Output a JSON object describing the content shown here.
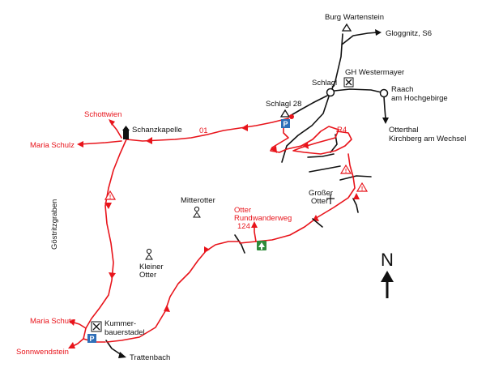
{
  "labels": {
    "burg_wartenstein": "Burg Wartenstein",
    "gloggnitz": "Gloggnitz, S6",
    "gh_westermayer": "GH Westermayer",
    "schlagl": "Schlagl",
    "raach_1": "Raach",
    "raach_2": "am Hochgebirge",
    "otterthal_1": "Otterthal",
    "otterthal_2": "Kirchberg am Wechsel",
    "schlagl28": "Schlagl 28",
    "schottwien": "Schottwien",
    "schanzkapelle": "Schanzkapelle",
    "maria_schulz_top": "Maria Schulz",
    "route_01": "01",
    "route_r4": "R4",
    "mitterotter": "Mitterotter",
    "grosser_otter_1": "Großer",
    "grosser_otter_2": "Otter",
    "rundwanderweg_1": "Otter",
    "rundwanderweg_2": "Rundwanderweg",
    "rundwanderweg_3": "124",
    "goestritzgraben": "Göstritzgraben",
    "kleiner_otter_1": "Kleiner",
    "kleiner_otter_2": "Otter",
    "maria_schulz_bottom": "Maria Schutz",
    "kummerbauerstadel_1": "Kummer-",
    "kummerbauerstadel_2": "bauerstadel",
    "sonnwendstein": "Sonnwendstein",
    "trattenbach": "Trattenbach",
    "north": "N"
  },
  "symbols": {
    "parking": "P",
    "warning": "!"
  },
  "colors": {
    "route": "#e8141b",
    "road": "#111111",
    "parking": "#2f6fb8",
    "picnic": "#2e8b3a"
  }
}
